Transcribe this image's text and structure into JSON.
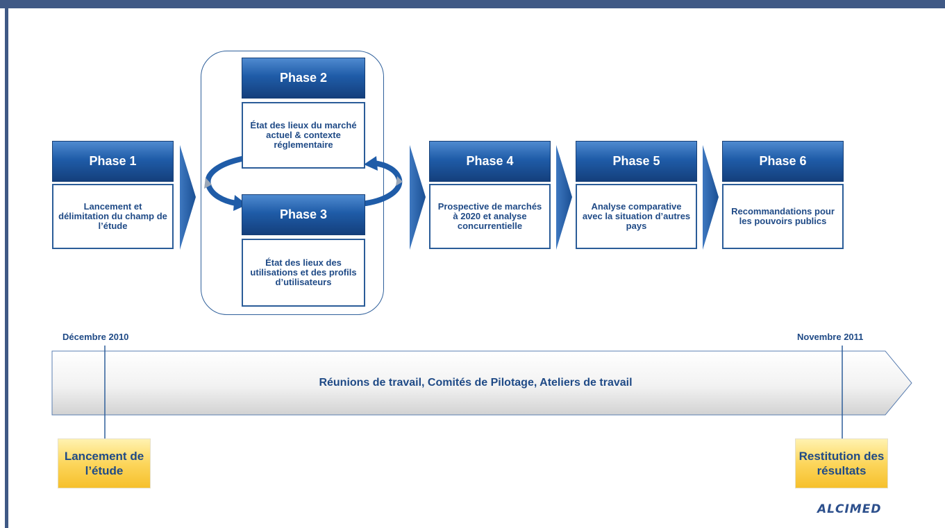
{
  "phases": [
    {
      "title": "Phase 1",
      "description": "Lancement et délimitation du champ de l’étude"
    },
    {
      "title": "Phase 2",
      "description": "État des lieux du marché actuel & contexte réglementaire"
    },
    {
      "title": "Phase 3",
      "description": "État des lieux des utilisations et des profils d’utilisateurs"
    },
    {
      "title": "Phase 4",
      "description": "Prospective de marchés à 2020 et analyse concurrentielle"
    },
    {
      "title": "Phase 5",
      "description": "Analyse comparative avec la situation d’autres pays"
    },
    {
      "title": "Phase 6",
      "description": "Recommandations pour les pouvoirs publics"
    }
  ],
  "timeline": {
    "start_label": "Décembre 2010",
    "end_label": "Novembre 2011",
    "text": "Réunions de travail, Comités de Pilotage, Ateliers de travail"
  },
  "milestones": {
    "start": "Lancement de l’étude",
    "end": "Restitution des résultats"
  },
  "logo": "ALCIMED",
  "colors": {
    "header_blue": "#1f5ca8",
    "text_blue": "#1f4a86",
    "milestone_yellow": "#fcd65c",
    "frame": "#3f5985"
  }
}
